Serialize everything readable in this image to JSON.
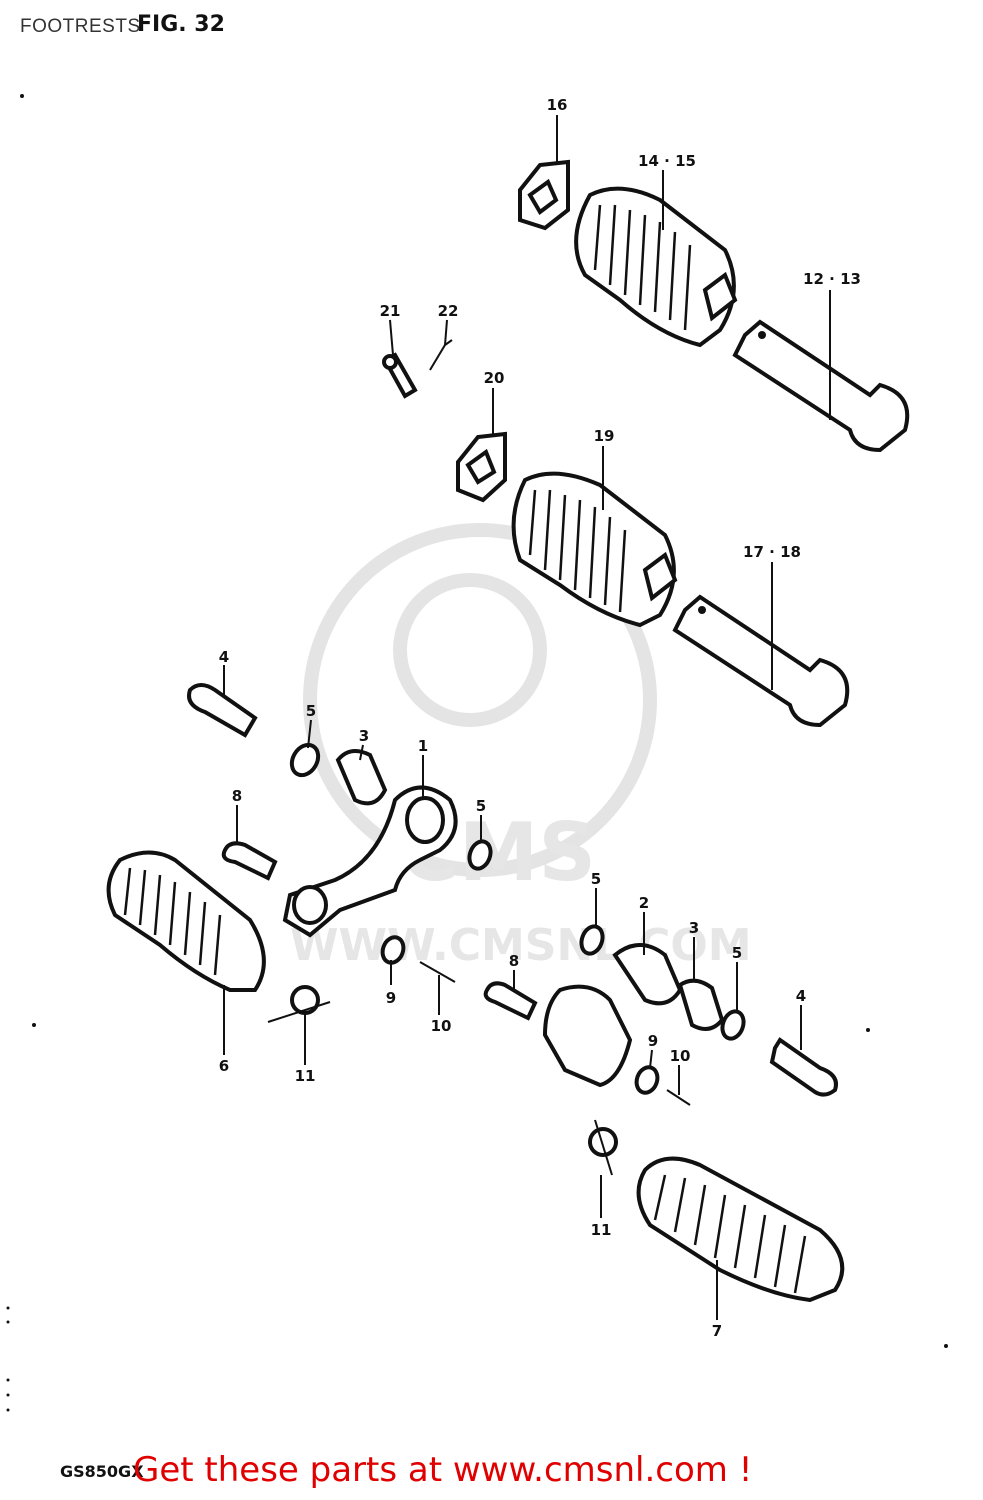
{
  "header": {
    "title": "FOOTRESTS",
    "figure": "FIG. 32"
  },
  "footer": {
    "model": "GS850GX",
    "promo": "Get these parts at www.cmsnl.com !"
  },
  "watermark": {
    "brand": "CMS",
    "url": "WWW.CMSNL.COM"
  },
  "callouts": [
    {
      "id": "c16",
      "label": "16"
    },
    {
      "id": "c1415",
      "label": "14 · 15"
    },
    {
      "id": "c1213",
      "label": "12 · 13"
    },
    {
      "id": "c21",
      "label": "21"
    },
    {
      "id": "c22",
      "label": "22"
    },
    {
      "id": "c20",
      "label": "20"
    },
    {
      "id": "c19",
      "label": "19"
    },
    {
      "id": "c1718",
      "label": "17 · 18"
    },
    {
      "id": "c4a",
      "label": "4"
    },
    {
      "id": "c5a",
      "label": "5"
    },
    {
      "id": "c3a",
      "label": "3"
    },
    {
      "id": "c1",
      "label": "1"
    },
    {
      "id": "c8a",
      "label": "8"
    },
    {
      "id": "c5b",
      "label": "5"
    },
    {
      "id": "c6",
      "label": "6"
    },
    {
      "id": "c9a",
      "label": "9"
    },
    {
      "id": "c10a",
      "label": "10"
    },
    {
      "id": "c11a",
      "label": "11"
    },
    {
      "id": "c5c",
      "label": "5"
    },
    {
      "id": "c2",
      "label": "2"
    },
    {
      "id": "c3b",
      "label": "3"
    },
    {
      "id": "c5d",
      "label": "5"
    },
    {
      "id": "c8b",
      "label": "8"
    },
    {
      "id": "c4b",
      "label": "4"
    },
    {
      "id": "c9b",
      "label": "9"
    },
    {
      "id": "c10b",
      "label": "10"
    },
    {
      "id": "c11b",
      "label": "11"
    },
    {
      "id": "c7",
      "label": "7"
    }
  ]
}
